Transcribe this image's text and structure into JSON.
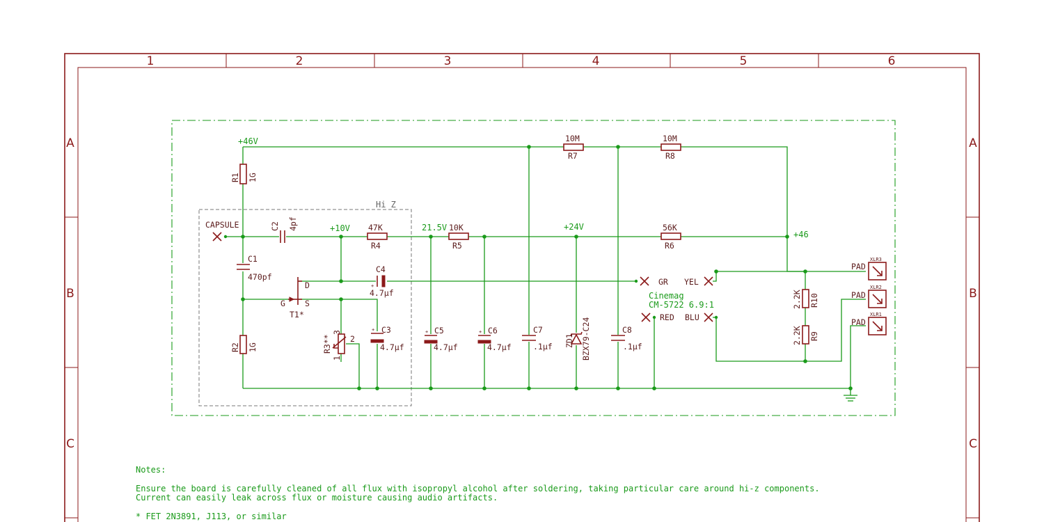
{
  "frame": {
    "columns": [
      "1",
      "2",
      "3",
      "4",
      "5",
      "6"
    ],
    "rows": [
      "A",
      "B",
      "C"
    ]
  },
  "nets": {
    "v46": "+46V",
    "v10": "+10V",
    "v215": "21.5V",
    "v24": "+24V",
    "p46": "+46",
    "hiz": "Hi Z",
    "capsule": "CAPSULE",
    "gr": "GR",
    "yel": "YEL",
    "red": "RED",
    "blu": "BLU"
  },
  "components": {
    "r1": {
      "name": "R1",
      "value": "1G"
    },
    "r2": {
      "name": "R2",
      "value": "1G"
    },
    "r3": {
      "name": "R3**"
    },
    "r4": {
      "name": "R4",
      "value": "47K"
    },
    "r5": {
      "name": "R5",
      "value": "10K"
    },
    "r6": {
      "name": "R6",
      "value": "56K"
    },
    "r7": {
      "name": "R7",
      "value": "10M"
    },
    "r8": {
      "name": "R8",
      "value": "10M"
    },
    "r9": {
      "name": "R9",
      "value": "2.2K"
    },
    "r10": {
      "name": "R10",
      "value": "2.2K"
    },
    "c1": {
      "name": "C1",
      "value": "470pf"
    },
    "c2": {
      "name": "C2",
      "value": "4pf"
    },
    "c3": {
      "name": "C3",
      "value": "4.7µf"
    },
    "c4": {
      "name": "C4",
      "value": "4.7µf"
    },
    "c5": {
      "name": "C5",
      "value": "4.7µf"
    },
    "c6": {
      "name": "C6",
      "value": "4.7µf"
    },
    "c7": {
      "name": "C7",
      "value": ".1µf"
    },
    "c8": {
      "name": "C8",
      "value": ".1µf"
    },
    "zd1": {
      "name": "ZD1",
      "value": "BZX79-C24"
    },
    "t1": {
      "name": "T1*",
      "d": "D",
      "g": "G",
      "s": "S"
    },
    "xlr1": {
      "name": "XLR1",
      "pad": "PAD"
    },
    "xlr2": {
      "name": "XLR2",
      "pad": "PAD"
    },
    "xlr3": {
      "name": "XLR3",
      "pad": "PAD"
    },
    "transformer": {
      "maker": "Cinemag",
      "model": "CM-5722 6.9:1"
    },
    "pot_pins": {
      "p1": "1",
      "p2": "2",
      "p3": "3"
    }
  },
  "notes": {
    "heading": "Notes:",
    "line1": "Ensure the board is carefully cleaned of all flux with isopropyl alcohol after soldering, taking particular care around hi-z components.",
    "line2": "Current can easily leak across flux or moisture causing audio artifacts.",
    "line3": "* FET 2N3891, J113, or similar"
  },
  "colors": {
    "frame": "#8b1a1a",
    "wire": "#1a9a1a",
    "component": "#8b1a1a",
    "background": "#ffffff"
  }
}
